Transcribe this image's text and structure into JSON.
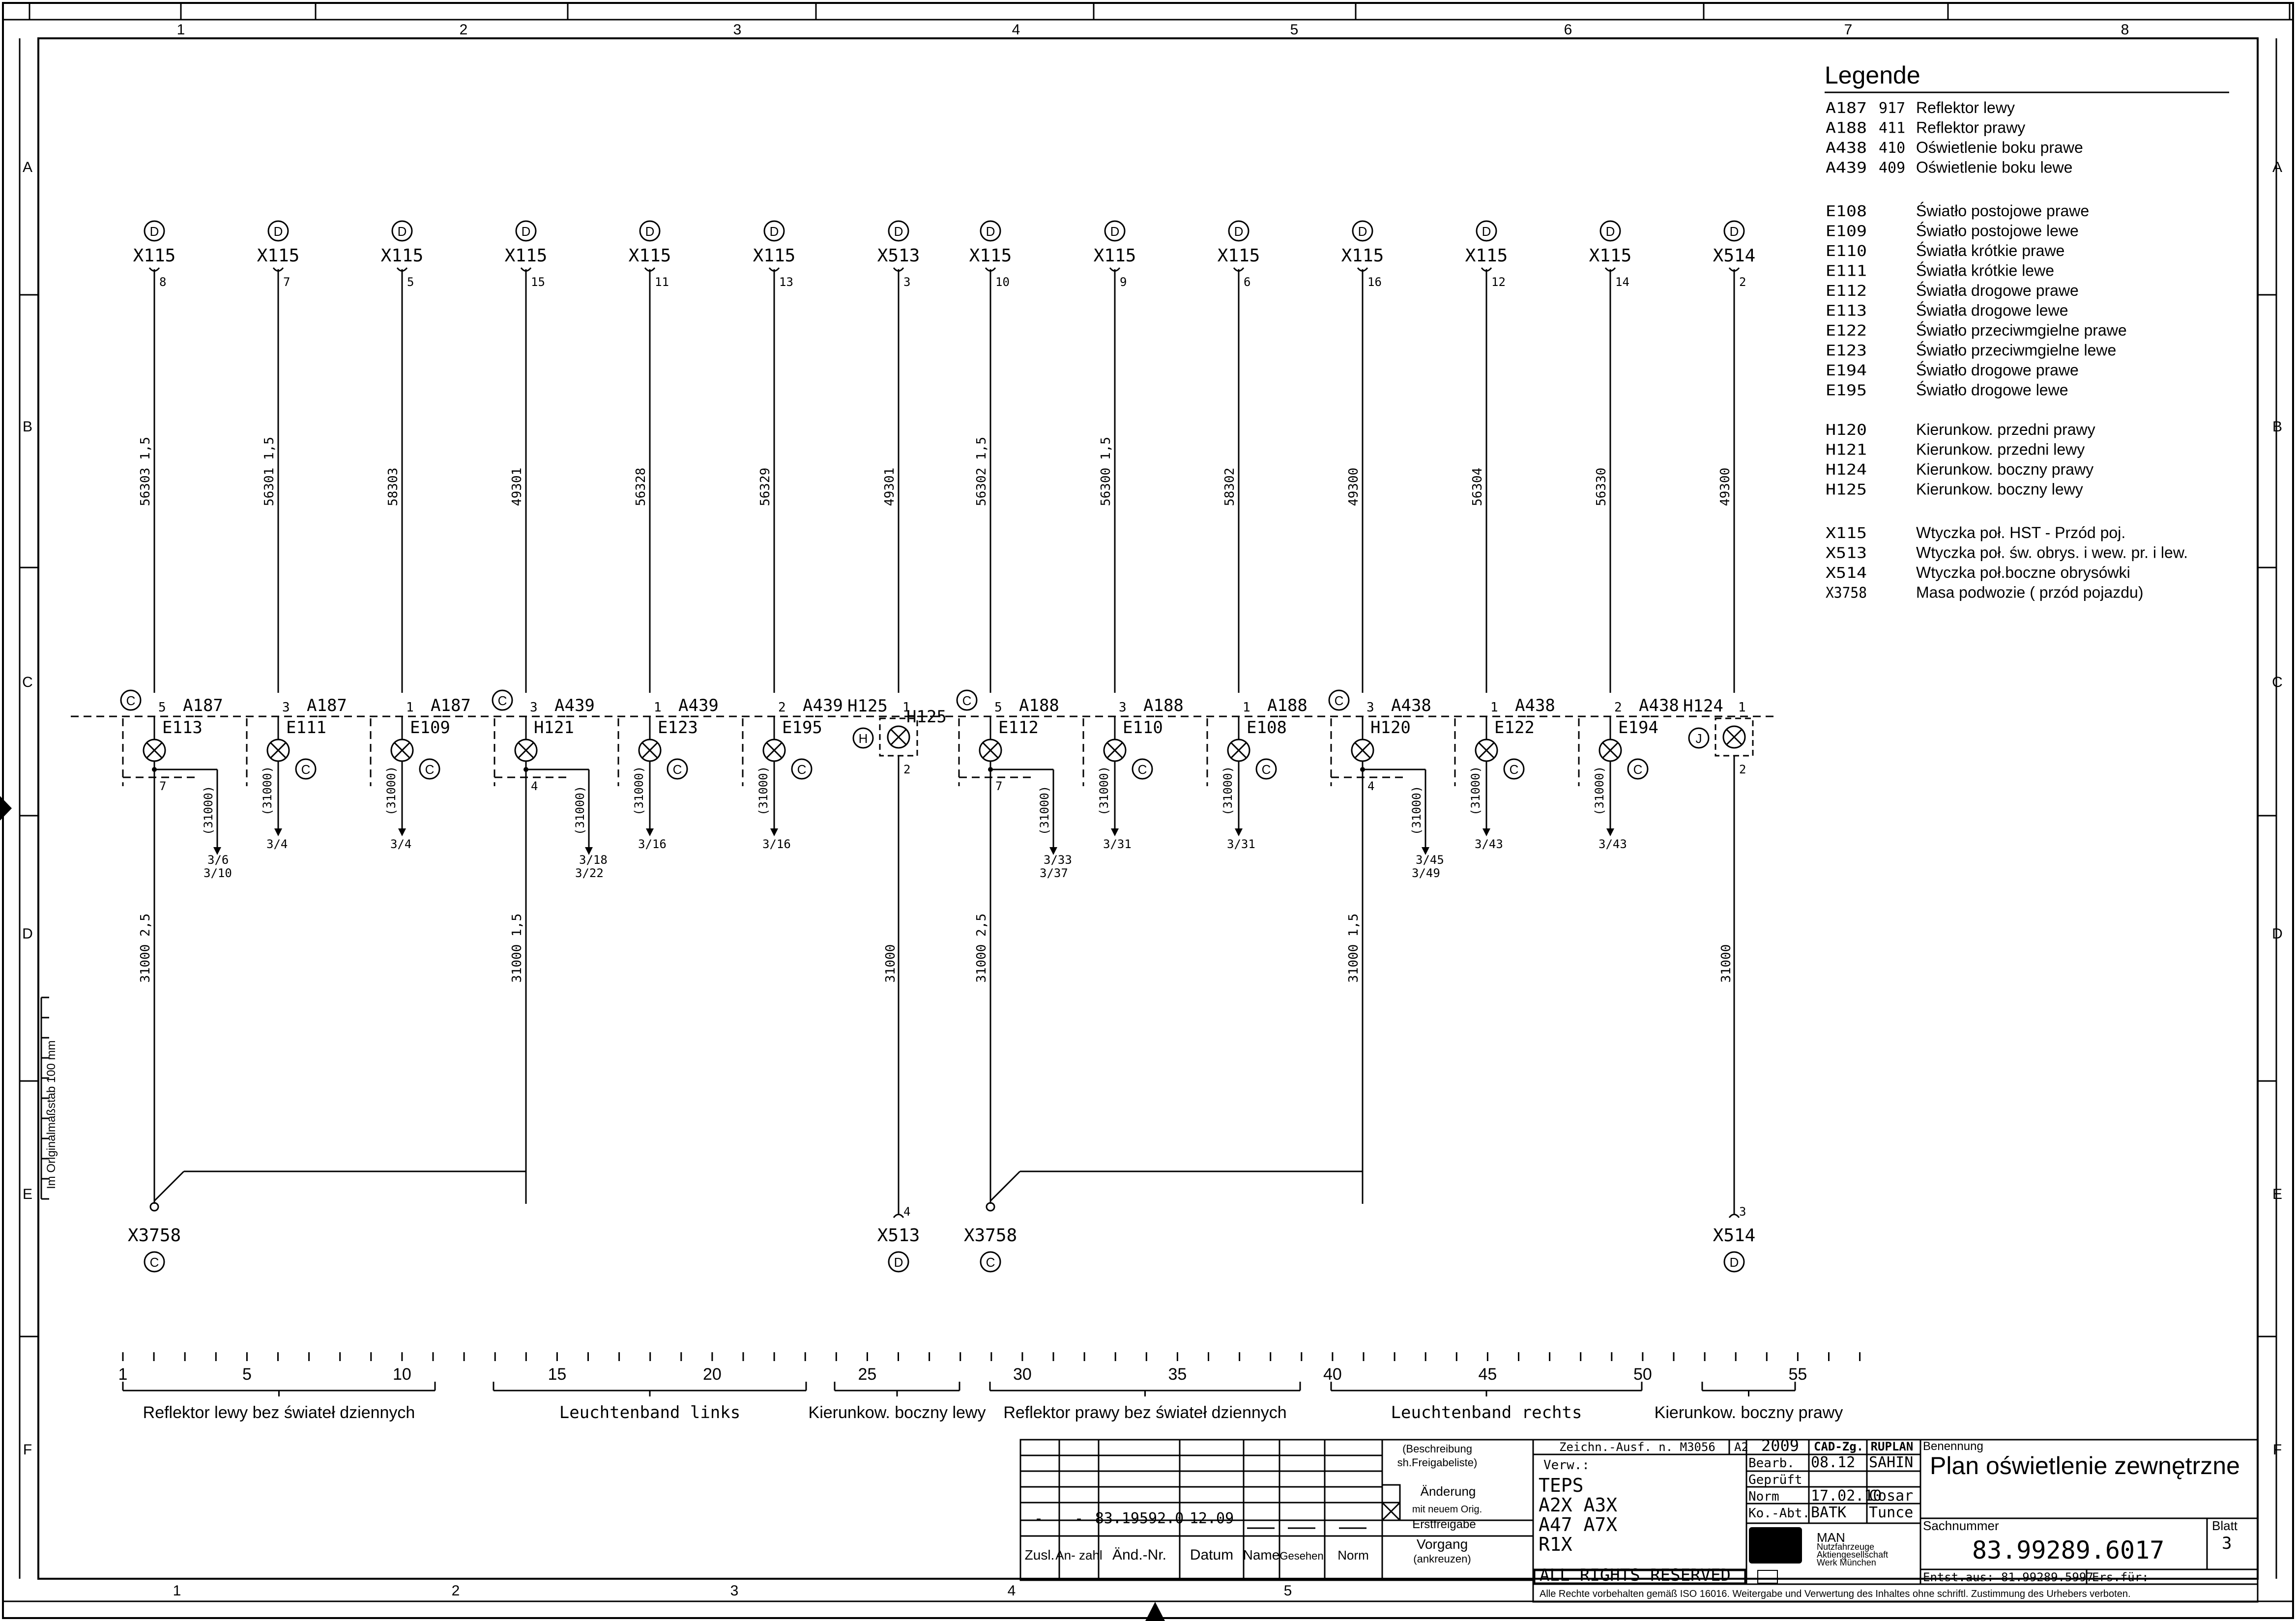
{
  "frame": {
    "col_numbers": [
      "1",
      "2",
      "3",
      "4",
      "5",
      "6",
      "7",
      "8"
    ],
    "col_numbers_bottom": [
      "1",
      "2",
      "3",
      "4",
      "5"
    ],
    "row_letters": [
      "A",
      "B",
      "C",
      "D",
      "E",
      "F"
    ],
    "scale_note": "Im Originalmaßstab 100 mm"
  },
  "legend": {
    "title": "Legende",
    "groups": [
      [
        {
          "code": "A187",
          "num": "917",
          "text": "Reflektor lewy"
        },
        {
          "code": "A188",
          "num": "411",
          "text": "Reflektor prawy"
        },
        {
          "code": "A438",
          "num": "410",
          "text": "Oświetlenie boku prawe"
        },
        {
          "code": "A439",
          "num": "409",
          "text": "Oświetlenie boku lewe"
        }
      ],
      [
        {
          "code": "E108",
          "num": "",
          "text": "Światło postojowe prawe"
        },
        {
          "code": "E109",
          "num": "",
          "text": "Światło postojowe lewe"
        },
        {
          "code": "E110",
          "num": "",
          "text": "Światła krótkie prawe"
        },
        {
          "code": "E111",
          "num": "",
          "text": "Światła krótkie lewe"
        },
        {
          "code": "E112",
          "num": "",
          "text": "Światła drogowe prawe"
        },
        {
          "code": "E113",
          "num": "",
          "text": "Światła drogowe lewe"
        },
        {
          "code": "E122",
          "num": "",
          "text": "Światło przeciwmgielne prawe"
        },
        {
          "code": "E123",
          "num": "",
          "text": "Światło przeciwmgielne lewe"
        },
        {
          "code": "E194",
          "num": "",
          "text": "Światło drogowe prawe"
        },
        {
          "code": "E195",
          "num": "",
          "text": "Światło drogowe lewe"
        }
      ],
      [
        {
          "code": "H120",
          "num": "",
          "text": "Kierunkow. przedni prawy"
        },
        {
          "code": "H121",
          "num": "",
          "text": "Kierunkow. przedni lewy"
        },
        {
          "code": "H124",
          "num": "",
          "text": "Kierunkow. boczny prawy"
        },
        {
          "code": "H125",
          "num": "",
          "text": "Kierunkow. boczny lewy"
        }
      ],
      [
        {
          "code": "X115",
          "num": "",
          "text": "Wtyczka poł. HST - Przód poj."
        },
        {
          "code": "X513",
          "num": "",
          "text": "Wtyczka poł. św. obrys. i wew. pr. i lew."
        },
        {
          "code": "X514",
          "num": "",
          "text": "Wtyczka poł.boczne obrysówki"
        },
        {
          "code": "X3758",
          "num": "",
          "text": "Masa podwozie ( przód pojazdu)"
        }
      ]
    ]
  },
  "circuits": [
    {
      "top_conn": "X115",
      "top_pin": "8",
      "top_circle": "D",
      "wire": "56303  1,5",
      "comp": "A187",
      "dev": "E113",
      "in_pin": "5",
      "out_pin": "7",
      "kind": "lamp",
      "left_circle": "C",
      "right_circle": "",
      "ret": "(31000)",
      "ref1": "3/6",
      "ref2": "3/10",
      "grounded": true
    },
    {
      "top_conn": "X115",
      "top_pin": "7",
      "top_circle": "D",
      "wire": "56301  1,5",
      "comp": "A187",
      "dev": "E111",
      "in_pin": "3",
      "out_pin": "",
      "kind": "lamp",
      "left_circle": "",
      "right_circle": "C",
      "ret": "(31000)",
      "ref1": "3/4",
      "ref2": "",
      "grounded": false
    },
    {
      "top_conn": "X115",
      "top_pin": "5",
      "top_circle": "D",
      "wire": "58303",
      "comp": "A187",
      "dev": "E109",
      "in_pin": "1",
      "out_pin": "",
      "kind": "lamp",
      "left_circle": "",
      "right_circle": "C",
      "ret": "(31000)",
      "ref1": "3/4",
      "ref2": "",
      "grounded": false
    },
    {
      "top_conn": "X115",
      "top_pin": "15",
      "top_circle": "D",
      "wire": "49301",
      "comp": "A439",
      "dev": "H121",
      "in_pin": "3",
      "out_pin": "4",
      "kind": "lamp",
      "left_circle": "C",
      "right_circle": "",
      "ret": "(31000)",
      "ref1": "3/18",
      "ref2": "3/22",
      "grounded": true
    },
    {
      "top_conn": "X115",
      "top_pin": "11",
      "top_circle": "D",
      "wire": "56328",
      "comp": "A439",
      "dev": "E123",
      "in_pin": "1",
      "out_pin": "",
      "kind": "lamp",
      "left_circle": "",
      "right_circle": "C",
      "ret": "(31000)",
      "ref1": "3/16",
      "ref2": "",
      "grounded": false
    },
    {
      "top_conn": "X115",
      "top_pin": "13",
      "top_circle": "D",
      "wire": "56329",
      "comp": "A439",
      "dev": "E195",
      "in_pin": "2",
      "out_pin": "",
      "kind": "lamp",
      "left_circle": "",
      "right_circle": "C",
      "ret": "(31000)",
      "ref1": "3/16",
      "ref2": "",
      "grounded": false
    },
    {
      "top_conn": "X513",
      "top_pin": "3",
      "top_circle": "D",
      "wire": "49301",
      "comp": "H125",
      "dev": "H125",
      "in_pin": "1",
      "out_pin": "2",
      "kind": "side",
      "left_circle": "H",
      "right_circle": "",
      "ret": "31000",
      "ref1": "",
      "ref2": "",
      "bottom_conn": "X513",
      "bottom_pin": "4",
      "bottom_circle": "D"
    },
    {
      "top_conn": "X115",
      "top_pin": "10",
      "top_circle": "D",
      "wire": "56302  1,5",
      "comp": "A188",
      "dev": "E112",
      "in_pin": "5",
      "out_pin": "7",
      "kind": "lamp",
      "left_circle": "C",
      "right_circle": "",
      "ret": "(31000)",
      "ref1": "3/33",
      "ref2": "3/37",
      "grounded": true
    },
    {
      "top_conn": "X115",
      "top_pin": "9",
      "top_circle": "D",
      "wire": "56300  1,5",
      "comp": "A188",
      "dev": "E110",
      "in_pin": "3",
      "out_pin": "",
      "kind": "lamp",
      "left_circle": "",
      "right_circle": "C",
      "ret": "(31000)",
      "ref1": "3/31",
      "ref2": "",
      "grounded": false
    },
    {
      "top_conn": "X115",
      "top_pin": "6",
      "top_circle": "D",
      "wire": "58302",
      "comp": "A188",
      "dev": "E108",
      "in_pin": "1",
      "out_pin": "",
      "kind": "lamp",
      "left_circle": "",
      "right_circle": "C",
      "ret": "(31000)",
      "ref1": "3/31",
      "ref2": "",
      "grounded": false
    },
    {
      "top_conn": "X115",
      "top_pin": "16",
      "top_circle": "D",
      "wire": "49300",
      "comp": "A438",
      "dev": "H120",
      "in_pin": "3",
      "out_pin": "4",
      "kind": "lamp",
      "left_circle": "C",
      "right_circle": "",
      "ret": "(31000)",
      "ref1": "3/45",
      "ref2": "3/49",
      "grounded": true
    },
    {
      "top_conn": "X115",
      "top_pin": "12",
      "top_circle": "D",
      "wire": "56304",
      "comp": "A438",
      "dev": "E122",
      "in_pin": "1",
      "out_pin": "",
      "kind": "lamp",
      "left_circle": "",
      "right_circle": "C",
      "ret": "(31000)",
      "ref1": "3/43",
      "ref2": "",
      "grounded": false
    },
    {
      "top_conn": "X115",
      "top_pin": "14",
      "top_circle": "D",
      "wire": "56330",
      "comp": "A438",
      "dev": "E194",
      "in_pin": "2",
      "out_pin": "",
      "kind": "lamp",
      "left_circle": "",
      "right_circle": "C",
      "ret": "(31000)",
      "ref1": "3/43",
      "ref2": "",
      "grounded": false
    },
    {
      "top_conn": "X514",
      "top_pin": "2",
      "top_circle": "D",
      "wire": "49300",
      "comp": "H124",
      "dev": "",
      "in_pin": "1",
      "out_pin": "2",
      "kind": "side",
      "left_circle": "J",
      "right_circle": "",
      "ret": "31000",
      "ref1": "",
      "ref2": "",
      "bottom_conn": "X514",
      "bottom_pin": "3",
      "bottom_circle": "D"
    }
  ],
  "grounds": [
    {
      "label": "X3758",
      "circle": "C",
      "wire": "31000  2,5",
      "riser_wire": "31000  1,5"
    },
    {
      "label": "X3758",
      "circle": "C",
      "wire": "31000  2,5",
      "riser_wire": "31000  1,5"
    }
  ],
  "ruler": {
    "numbers": [
      "1",
      "5",
      "10",
      "15",
      "20",
      "25",
      "30",
      "35",
      "40",
      "45",
      "50",
      "55"
    ],
    "groups": [
      "Reflektor lewy bez świateł dziennych",
      "Leuchtenband links",
      "Kierunkow. boczny lewy",
      "Reflektor prawy bez świateł dziennych",
      "Leuchtenband rechts",
      "Kierunkow. boczny prawy"
    ]
  },
  "revision": {
    "row": [
      "-",
      "-",
      "83.19592.0",
      "12.09"
    ],
    "headers": [
      "Zusl.",
      "An-\nzahl",
      "Änd.-Nr.",
      "Datum",
      "Name",
      "Gesehen",
      "Norm"
    ],
    "notes": [
      "(Beschreibung",
      "sh.Freigabeliste)",
      "Änderung",
      "mit neuem Orig.",
      "Erstfreigabe",
      "Vorgang",
      "(ankreuzen)"
    ]
  },
  "titleblock": {
    "zeichn": "Zeichn.-Ausf. n. M3056",
    "format": "A2",
    "verw": "Verw.:",
    "variants": [
      "TEPS",
      "A2X   A3X",
      "A47   A7X",
      "R1X"
    ],
    "rights": "ALL RIGHTS RESERVED",
    "year": "2009",
    "cad": "CAD-Zg. RUPLAN",
    "rows": [
      {
        "label": "Bearb.",
        "date": "08.12",
        "name": "SAHIN"
      },
      {
        "label": "Geprüft",
        "date": "",
        "name": ""
      },
      {
        "label": "Norm",
        "date": "17.02.10",
        "name": "Cosar"
      },
      {
        "label": "Ko.-Abt.",
        "date": "BATK",
        "name": "Tunce"
      }
    ],
    "man_logo": "MAN",
    "company": [
      "MAN",
      "Nutzfahrzeuge",
      "Aktiengesellschaft",
      "Werk München"
    ],
    "benennung_label": "Benennung",
    "title": "Plan oświetlenie zewnętrzne",
    "sach_label": "Sachnummer",
    "sach": "83.99289.6017",
    "blatt_label": "Blatt",
    "blatt": "3",
    "entst": "Entst.aus: 81.99289.5997",
    "ers": "Ers.für:",
    "footer": "Alle Rechte vorbehalten gemäß ISO 16016. Weitergabe und Verwertung des Inhaltes ohne schriftl. Zustimmung des Urhebers verboten."
  }
}
